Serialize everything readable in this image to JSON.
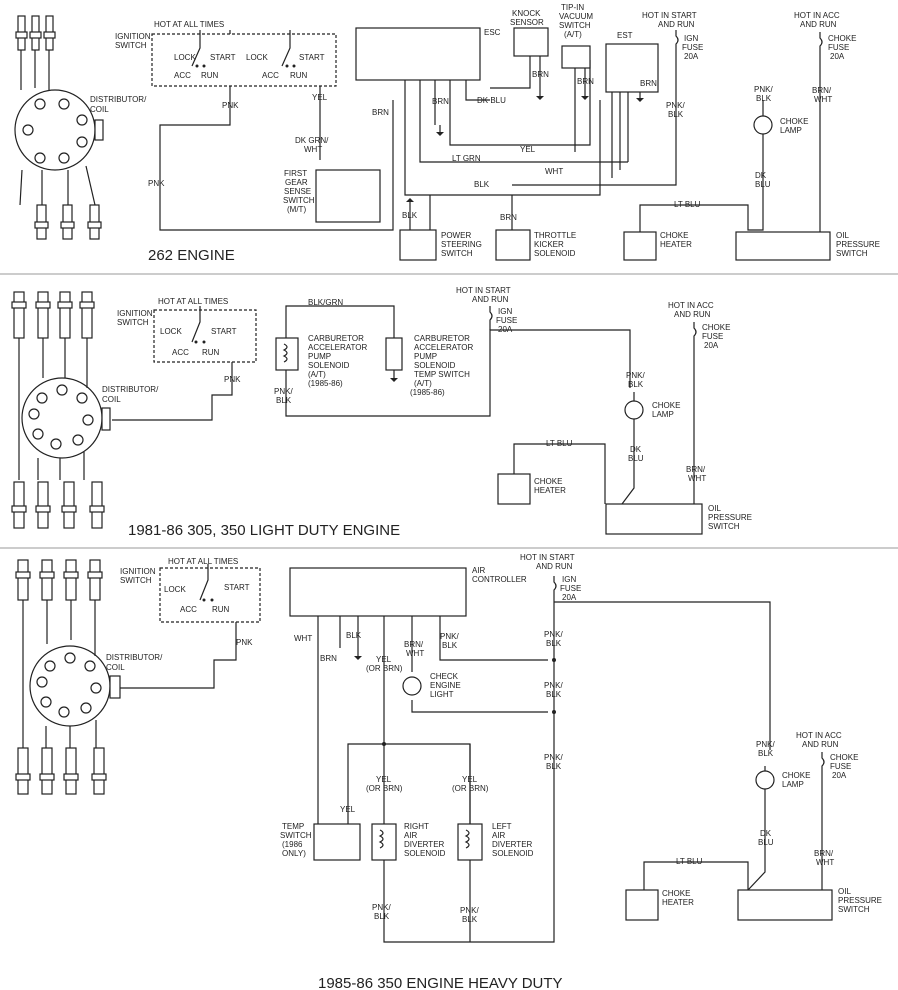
{
  "titles": {
    "s1": "262 ENGINE",
    "s2": "1981-86  305, 350  LIGHT DUTY  ENGINE",
    "s3": "1985-86  350  ENGINE  HEAVY  DUTY"
  },
  "labels": {
    "hot_all_times": "HOT AT ALL TIMES",
    "ignition": "IGNITION",
    "switch": "SWITCH",
    "lock": "LOCK",
    "start": "START",
    "acc": "ACC",
    "run": "RUN",
    "distributor": "DISTRIBUTOR/",
    "coil": "COIL",
    "pnk": "PNK",
    "yel": "YEL",
    "brn": "BRN",
    "blk": "BLK",
    "wht": "WHT",
    "esc": "ESC",
    "est": "EST",
    "knock1": "KNOCK",
    "knock2": "SENSOR",
    "tip1": "TIP-IN",
    "tip2": "VACUUM",
    "tip3": "SWITCH",
    "tip4": "(A/T)",
    "dkblu": "DK BLU",
    "dk": "DK",
    "blu": "BLU",
    "ltgrn": "LT GRN",
    "ltblu": "LT BLU",
    "dkgrn": "DK GRN/",
    "fg1": "FIRST",
    "fg2": "GEAR",
    "fg3": "SENSE",
    "fg4": "SWITCH",
    "fg5": "(M/T)",
    "ps1": "POWER",
    "ps2": "STEERING",
    "ps3": "SWITCH",
    "tk1": "THROTTLE",
    "tk2": "KICKER",
    "tk3": "SOLENOID",
    "hot_start1": "HOT IN START",
    "hot_start2": "AND RUN",
    "hot_acc1": "HOT IN ACC",
    "hot_acc2": "AND RUN",
    "ign": "IGN",
    "fuse": "FUSE",
    "amp": "20A",
    "choke": "CHOKE",
    "pnk_slash": "PNK/",
    "brn_slash": "BRN/",
    "yel_or": "(OR BRN)",
    "choke_lamp": "LAMP",
    "heater": "HEATER",
    "oil1": "OIL",
    "oil2": "PRESSURE",
    "oil3": "SWITCH",
    "blkgrn": "BLK/GRN",
    "carb": "CARBURETOR",
    "accel": "ACCELERATOR",
    "pump": "PUMP",
    "solenoid": "SOLENOID",
    "at": "(A/T)",
    "yrs": "(1985-86)",
    "temp_sw": "TEMP SWITCH",
    "air1": "AIR",
    "air2": "CONTROLLER",
    "check1": "CHECK",
    "check2": "ENGINE",
    "check3": "LIGHT",
    "temp": "TEMP",
    "t86a": "(1986",
    "t86b": "ONLY)",
    "right": "RIGHT",
    "left": "LEFT",
    "diverter": "DIVERTER"
  }
}
